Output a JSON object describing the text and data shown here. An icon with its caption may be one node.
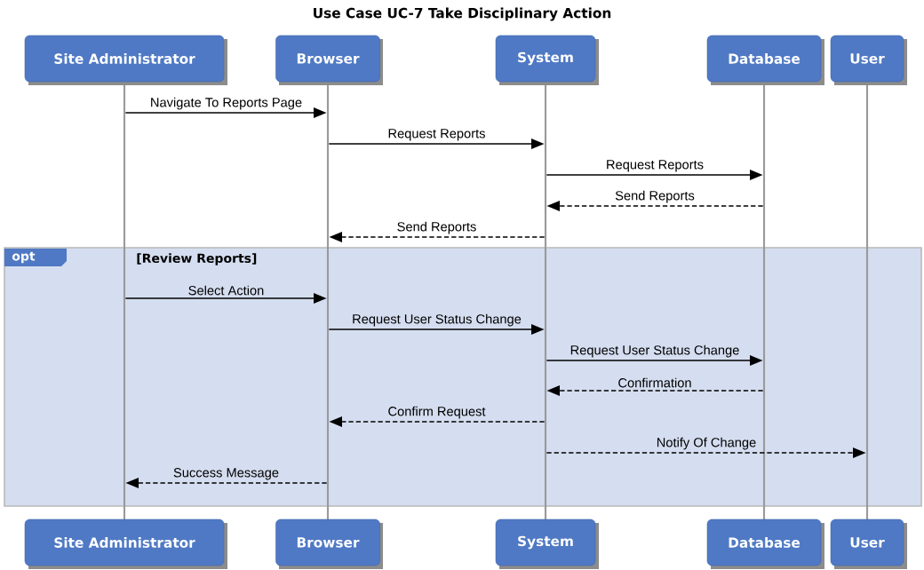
{
  "diagram": {
    "title": "Use Case UC-7 Take Disciplinary Action",
    "nodes": [
      {
        "text": [
          "Site Administrator"
        ]
      },
      {
        "text": [
          "Browser"
        ]
      },
      {
        "text": [
          "System"
        ]
      },
      {
        "text": [
          "Database"
        ]
      },
      {
        "text": [
          "User"
        ]
      },
      {
        "text": [
          "Site Administrator"
        ]
      },
      {
        "text": [
          "Browser"
        ]
      },
      {
        "text": [
          "System"
        ]
      },
      {
        "text": [
          "Database"
        ]
      },
      {
        "text": [
          "User"
        ]
      },
      {
        "text": [],
        "shape": "bar"
      },
      {
        "text": [],
        "shape": "bar"
      },
      {
        "text": [],
        "shape": "bar"
      },
      {
        "text": [],
        "shape": "bar"
      },
      {
        "text": [],
        "shape": "bar"
      }
    ],
    "edges": [
      {
        "from": 10,
        "to": 11,
        "arrow": "to",
        "label": "Navigate To Reports Page"
      },
      {
        "from": 11,
        "to": 12,
        "arrow": "to",
        "label": "Request Reports"
      },
      {
        "from": 12,
        "to": 13,
        "arrow": "to",
        "label": "Request Reports"
      },
      {
        "from": 13,
        "to": 12,
        "arrow": "to",
        "label": "Send Reports",
        "style": "dashed"
      },
      {
        "from": 12,
        "to": 11,
        "arrow": "to",
        "label": "Send Reports",
        "style": "dashed"
      },
      {
        "from": 10,
        "to": 11,
        "arrow": "to",
        "label": "Select Action"
      },
      {
        "from": 11,
        "to": 12,
        "arrow": "to",
        "label": "Request User Status Change"
      },
      {
        "from": 12,
        "to": 13,
        "arrow": "to",
        "label": "Request User Status Change"
      },
      {
        "from": 13,
        "to": 12,
        "arrow": "to",
        "label": "Confirmation",
        "style": "dashed"
      },
      {
        "from": 12,
        "to": 11,
        "arrow": "to",
        "label": "Confirm Request",
        "style": "dashed"
      },
      {
        "from": 12,
        "to": 14,
        "arrow": "to",
        "label": "Notify Of Change",
        "style": "dashed"
      },
      {
        "from": 11,
        "to": 10,
        "arrow": "to",
        "label": "Success Message",
        "style": "dashed"
      }
    ],
    "labels": [
      "opt",
      "[Review Reports]"
    ]
  }
}
